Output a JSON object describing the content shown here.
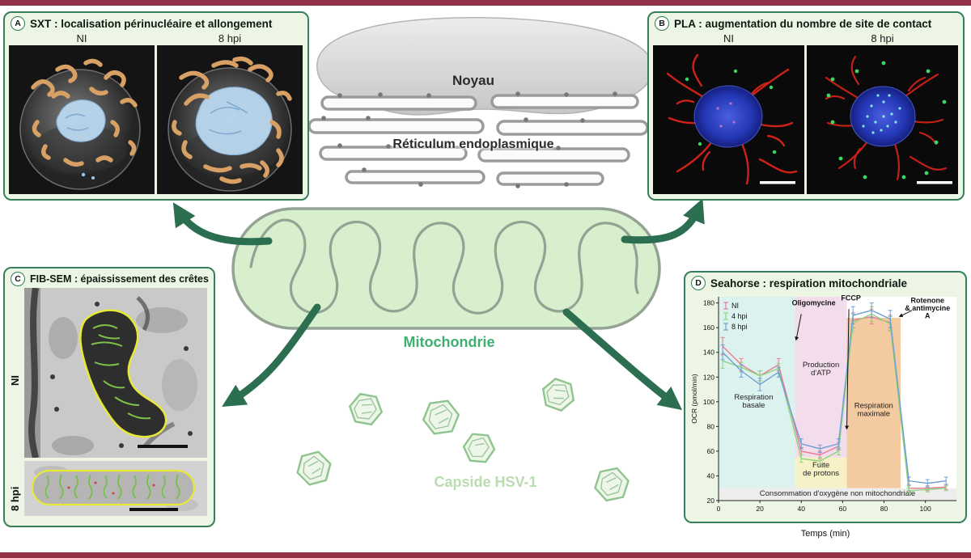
{
  "frame": {
    "accent_color": "#913247",
    "panel_border_color": "#35805a",
    "panel_bg": "#edf6e4",
    "arrow_color": "#2c6e50"
  },
  "panels": {
    "a": {
      "letter": "A",
      "title": "SXT : localisation périnucléaire et allongement",
      "img_labels": [
        "NI",
        "8 hpi"
      ]
    },
    "b": {
      "letter": "B",
      "title": "PLA : augmentation du nombre de site de contact",
      "img_labels": [
        "NI",
        "8 hpi"
      ]
    },
    "c": {
      "letter": "C",
      "title": "FIB-SEM : épaississement des crêtes",
      "img_labels": [
        "NI",
        "8 hpi"
      ]
    },
    "d": {
      "letter": "D",
      "title": "Seahorse : respiration mitochondriale"
    }
  },
  "center": {
    "nucleus_label": "Noyau",
    "er_label": "Réticulum endoplasmique",
    "mito_label": "Mitochondrie",
    "capsid_label": "Capside HSV-1"
  },
  "chart_data": {
    "type": "line",
    "title": "Seahorse : respiration mitochondriale",
    "xlabel": "Temps (min)",
    "ylabel": "OCR (pmol/min)",
    "xlim": [
      0,
      115
    ],
    "ylim": [
      20,
      185
    ],
    "xticks": [
      0,
      20,
      40,
      60,
      80,
      100
    ],
    "yticks": [
      20,
      40,
      60,
      80,
      100,
      120,
      140,
      160,
      180
    ],
    "x": [
      2,
      11,
      20,
      29,
      40,
      49,
      58,
      65,
      74,
      83,
      92,
      101,
      110
    ],
    "series": [
      {
        "name": "NI",
        "color": "#e87a95",
        "values": [
          145,
          130,
          121,
          130,
          60,
          57,
          64,
          166,
          169,
          164,
          30,
          30,
          31
        ],
        "err": [
          7,
          5,
          4,
          5,
          3,
          3,
          3,
          6,
          6,
          6,
          2,
          2,
          2
        ]
      },
      {
        "name": "4 hpi",
        "color": "#8ed47e",
        "values": [
          133,
          128,
          121,
          127,
          54,
          52,
          60,
          164,
          171,
          163,
          28,
          29,
          30
        ],
        "err": [
          6,
          4,
          4,
          4,
          3,
          3,
          3,
          7,
          6,
          6,
          2,
          2,
          2
        ]
      },
      {
        "name": "8 hpi",
        "color": "#6e9fd4",
        "values": [
          140,
          125,
          114,
          124,
          66,
          62,
          66,
          170,
          174,
          167,
          36,
          34,
          36
        ],
        "err": [
          6,
          5,
          5,
          4,
          4,
          3,
          4,
          7,
          6,
          7,
          3,
          3,
          3
        ]
      }
    ],
    "regions": [
      {
        "label": "Respiration\nbasale",
        "x0": 0,
        "x1": 37,
        "y0": 30,
        "y1": 185,
        "color": "#dcf2ee",
        "lx": 17,
        "ly": 102
      },
      {
        "label": "Production\nd'ATP",
        "x0": 37,
        "x1": 62,
        "y0": 55,
        "y1": 185,
        "color": "#f3dceb",
        "lx": 49.5,
        "ly": 128
      },
      {
        "label": "Fuite\nde protons",
        "x0": 37,
        "x1": 62,
        "y0": 30,
        "y1": 55,
        "color": "#f6f1c6",
        "lx": 49.5,
        "ly": 47
      },
      {
        "label": "Respiration\nmaximale",
        "x0": 62,
        "x1": 88,
        "y0": 30,
        "y1": 168,
        "color": "#f4caa0",
        "lx": 75,
        "ly": 95
      },
      {
        "label": "Consommation d'oxygène non mitochondriale",
        "x0": 0,
        "x1": 115,
        "y0": 20,
        "y1": 30,
        "color": "#ededed",
        "lx": 57.5,
        "ly": 24
      }
    ],
    "annotations": [
      {
        "label": "Oligomycine",
        "lx": 46,
        "ly": 178,
        "arrow": [
          [
            40,
            171
          ],
          [
            37.5,
            150
          ]
        ]
      },
      {
        "label": "FCCP",
        "lx": 64,
        "ly": 182,
        "arrow": [
          [
            63,
            175
          ],
          [
            62,
            78
          ]
        ]
      },
      {
        "label": "Rotenone\n& antimycine\nA",
        "lx": 101,
        "ly": 180,
        "arrow": [
          [
            93.5,
            174
          ],
          [
            87.5,
            169
          ]
        ]
      }
    ],
    "legend_position": "top-left",
    "grid": false
  }
}
